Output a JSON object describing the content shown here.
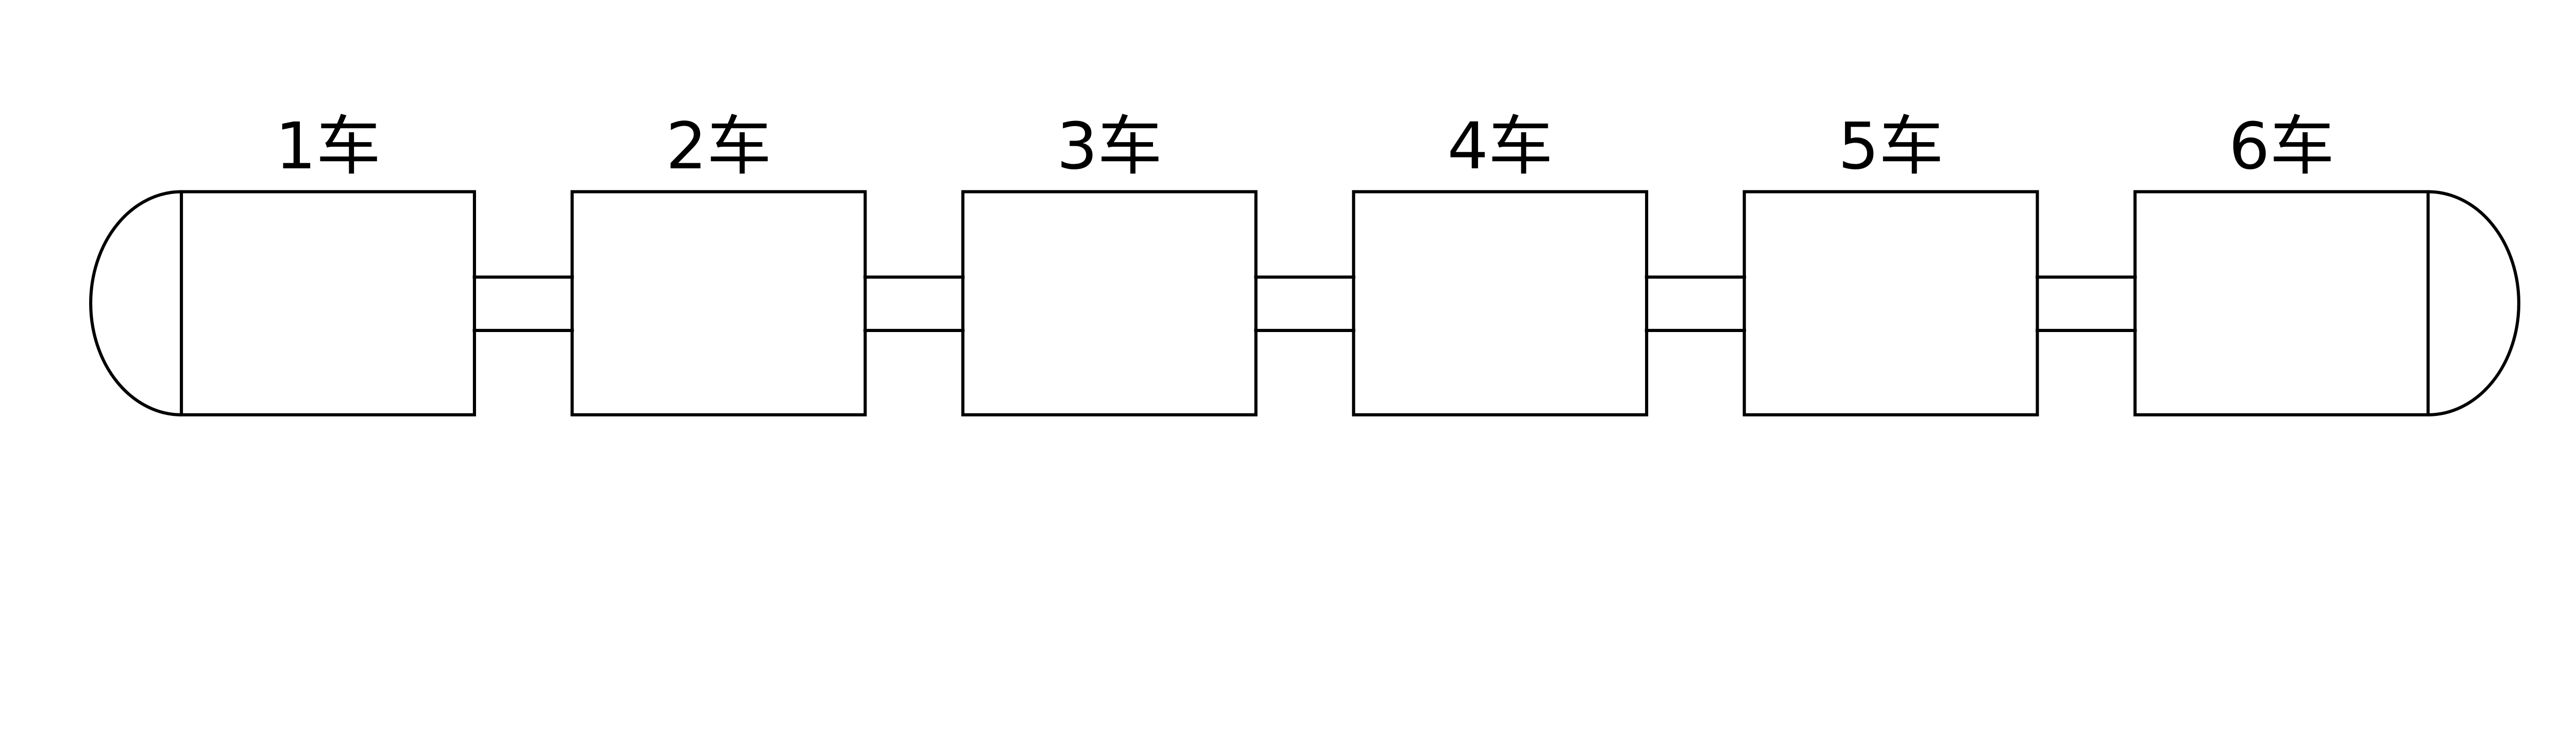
{
  "page": {
    "background_color": "#ffffff",
    "line_color": "#000000"
  },
  "train": {
    "description": "six-car train schematic",
    "cars": [
      {
        "label": "1车"
      },
      {
        "label": "2车"
      },
      {
        "label": "3车"
      },
      {
        "label": "4车"
      },
      {
        "label": "5车"
      },
      {
        "label": "6车"
      }
    ]
  }
}
